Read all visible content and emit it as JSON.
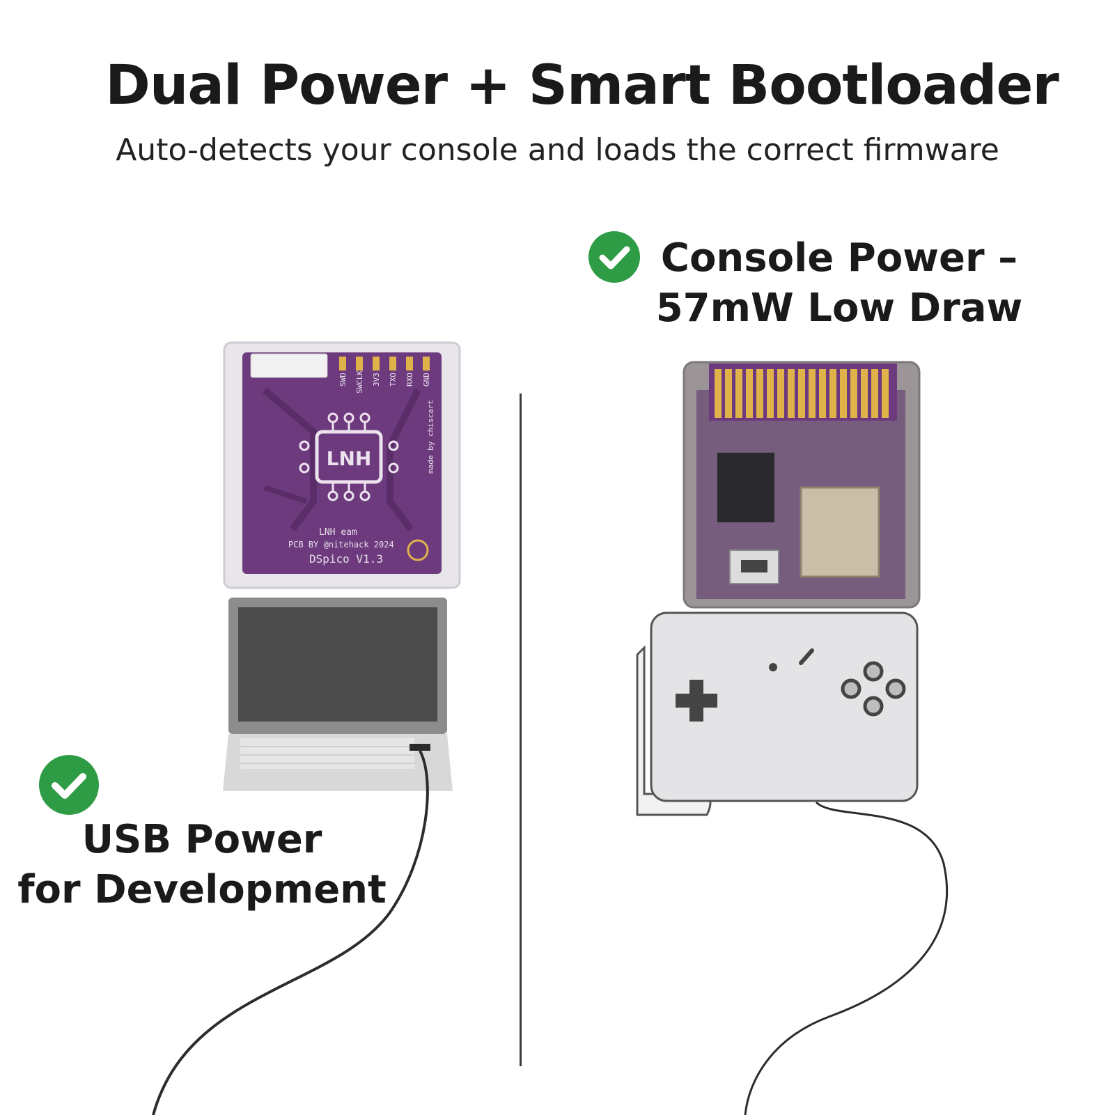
{
  "header": {
    "title": "Dual Power + Smart Bootloader",
    "subtitle": "Auto-detects your console and loads the correct firmware"
  },
  "right_panel": {
    "label_line1": "Console Power –",
    "label_line2": "57mW Low Draw"
  },
  "left_panel": {
    "label_line1": "USB Power",
    "label_line2": "for Development"
  },
  "board_left": {
    "chip_label": "LNH",
    "pins": [
      "SWD",
      "SWCLK",
      "3V3",
      "TXO",
      "RXO",
      "GND"
    ],
    "vertical_text": "made by chiscart",
    "line1": "LNH  eam",
    "line2": "PCB BY @nitehack 2024",
    "line3": "DSpico V1.3"
  },
  "colors": {
    "check_green": "#2e9b45",
    "pcb_purple": "#6e3a7e",
    "gold": "#e0b24a"
  },
  "icons": [
    "check-icon",
    "laptop-icon",
    "handheld-console-icon",
    "usb-cable-icon"
  ]
}
